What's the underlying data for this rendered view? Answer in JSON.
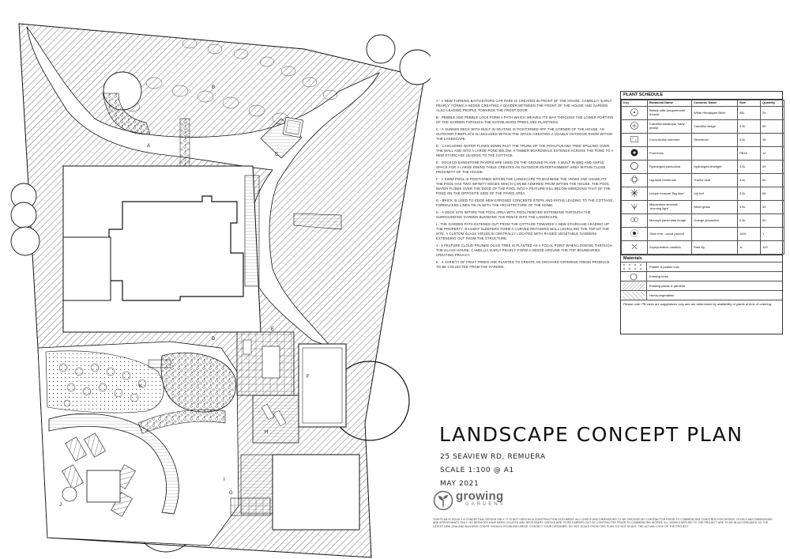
{
  "plan": {
    "area_labels": [
      "A",
      "B",
      "C",
      "D",
      "E",
      "F",
      "G",
      "H",
      "I",
      "J",
      "K"
    ]
  },
  "notes": [
    "A - A new turning bay/visitors car park is created in front of the house. Camellia 'Early Pearly' forms a hedge creating a divider between the front of the house and garden also leading people towards the front door.",
    "B - Pebble and pebble lock form a path which weaves its way through the lower portion of the garden through the established trees and plantings.",
    "C - A sunken deck with built in seating is positioned off the corner of the house. An outdoor fireplace is included within the space creating a usable outdoor room within the landscape.",
    "D - Cascading water flows down past the trunk of the Pohutukawa tree spilling over the wall and into a large pond below. A timber boardwalk extends across the pond to a new staircase leading to the cottage.",
    "E - Sockco sandstone pavers are used on the ground plane. A built in BBQ and ample space for a large dining table creates an outdoor entertainment area within close proximity of the house.",
    "F - A swim pool is positioned within the landscape to maximise the views and usability. The pool has two infinity edges which can be admired from within the house. The pool water flows over the edge of the pool into a feature rill below mimicking that of the pond on the opposite side of the paved area.",
    "G - Brick is used to edge new exposed concrete steps and paths leading to the cottage, formalised lines tie in with the architecture of the home.",
    "H - A deck sits within the pool area with pool fencing extending through the surrounding garden blending the fence into the landscape.",
    "I - The garden path extends out from the cottage towards a new staircase leading up the property. Railway sleepers form a curved retaining wall levelling the top of the site. A custom glass house is centrally located with raised vegetable gardens extending out from the structure.",
    "J - A feature cloud pruned olive tree is planted as a focal point when looking through the glass house. Camellia 'Early Pearly' form a hedge around the top boundaries creating privacy.",
    "K - A variety of fruit trees are planted to create an orchard offering fresh produce to be collected from the garden."
  ],
  "schedule": {
    "title": "PLANT SCHEDULE",
    "headers": [
      "Key",
      "Botanical Name",
      "Common Name",
      "Size",
      "Quantity"
    ],
    "rows": [
      {
        "icon": "birch-symbol",
        "botanical": "Betula utilis 'jacquemontii doorke'",
        "common": "White Himalayan Birch",
        "size": "45L",
        "qty": "24"
      },
      {
        "icon": "camellia-symbol",
        "botanical": "Camellia sasanqua 'early pearly'",
        "common": "Camellia hedge",
        "size": "3.5L",
        "qty": "50"
      },
      {
        "icon": "silverbush-symbol",
        "botanical": "Convolvulus cneorum",
        "common": "Silverbush",
        "size": "3.5L",
        "qty": "35"
      },
      {
        "icon": "fruit-tree-symbol",
        "botanical": "Fruit trees",
        "common": "",
        "size": "PB18",
        "qty": "12"
      },
      {
        "icon": "hydrangea-symbol",
        "botanical": "Hydrangea paniculata",
        "common": "Hydrangea limelight",
        "size": "3.5L",
        "qty": "49"
      },
      {
        "icon": "ligularia-symbol",
        "botanical": "Ligularia reniformis",
        "common": "Tractor seat",
        "size": "3.5L",
        "qty": "60"
      },
      {
        "icon": "lilyturf-symbol",
        "botanical": "Liriope muscari 'Big blue'",
        "common": "Lily turf",
        "size": "3.5L",
        "qty": "65"
      },
      {
        "icon": "silver-grass-symbol",
        "botanical": "Miscanthus sinensis 'morning light'",
        "common": "Silver grass",
        "size": "3.5L",
        "qty": "42"
      },
      {
        "icon": "jessamine-symbol",
        "botanical": "Murraya paniculata hedge",
        "common": "Orange jessamine",
        "size": "2.5L",
        "qty": "90"
      },
      {
        "icon": "olive-symbol",
        "botanical": "Olive tree - cloud pruned",
        "common": "",
        "size": "100L",
        "qty": "1"
      },
      {
        "icon": "rain-lily-symbol",
        "botanical": "Zephyranthes candida",
        "common": "Rain lily",
        "size": "1L",
        "qty": "120"
      }
    ],
    "materials_title": "Materials",
    "materials": [
      {
        "pattern": "pebble-pattern",
        "label": "Pebble & pebble lock"
      },
      {
        "pattern": "tree-outline-pattern",
        "label": "Existing trees"
      },
      {
        "pattern": "hatch-pattern",
        "label": "Existing plants & gardens"
      },
      {
        "pattern": "herb-hatch-pattern",
        "label": "Herbs/vegetables"
      }
    ],
    "note": "Please note: PB sizes are suggestions only and are determined by availability of plants at time of ordering."
  },
  "title": "LANDSCAPE CONCEPT PLAN",
  "address": "25 SEAVIEW RD, REMUERA",
  "scale": "SCALE 1:100 @ A1",
  "date": "MAY 2021",
  "logo": {
    "line1": "growing",
    "line2": "GARDENS",
    "icon": "sprout-icon"
  },
  "disclaimer": "This plan is solely a conceptual design only. It is not used as a construction document. All levels and dimensions to be checked by contractor prior to commencing construction works. Levels and dimensions are approximate only. No services have been located and necessary checks are to be carried out by contractor prior to commencing works. All works applied to the project are to be in accordance to the latest New Zealand building codes. Should problems arise, contact your designer. Do not scale from this plan. Do not scale. The actual look of the project.",
  "colors": {
    "ink": "#111111",
    "logo_grey": "#666666",
    "paper": "#ffffff"
  }
}
